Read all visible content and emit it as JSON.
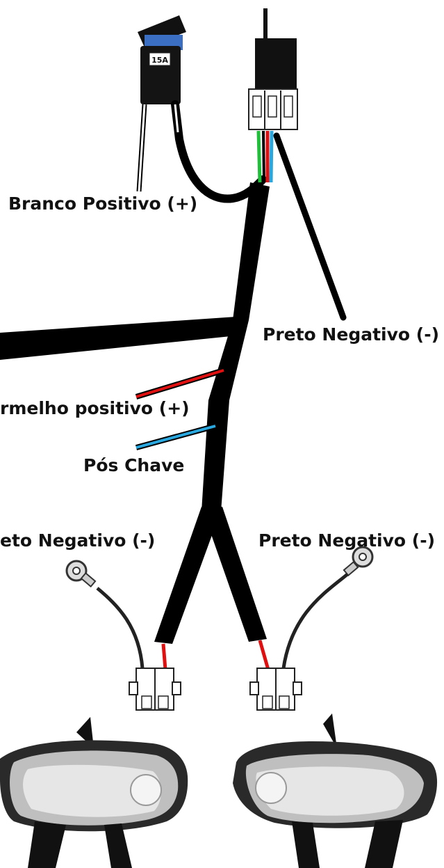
{
  "fuse": {
    "rating": "15A"
  },
  "labels": {
    "white_positive": "Branco Positivo (+)",
    "black_negative_relay": "Preto Negativo (-)",
    "red_positive": "rmelho positivo (+)",
    "ignition": "Pós Chave",
    "black_negative_left": "eto Negativo (-)",
    "black_negative_right": "Preto Negativo (-)"
  },
  "colors": {
    "harness": "#000000",
    "red_wire": "#e01010",
    "blue_wire": "#29a8e0",
    "green_wire": "#1fbf3a",
    "fuse_blue": "#3b6fc4",
    "connector": "#ffffff"
  }
}
